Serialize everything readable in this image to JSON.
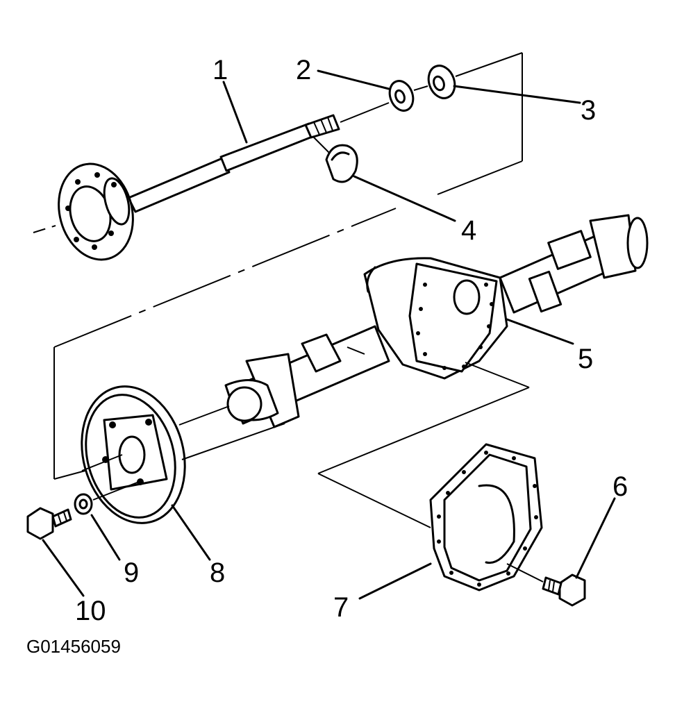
{
  "callouts": {
    "c1": "1",
    "c2": "2",
    "c3": "3",
    "c4": "4",
    "c5": "5",
    "c6": "6",
    "c7": "7",
    "c8": "8",
    "c9": "9",
    "c10": "10"
  },
  "figure_id": "G01456059",
  "colors": {
    "ink": "#000000",
    "paper": "#ffffff"
  }
}
